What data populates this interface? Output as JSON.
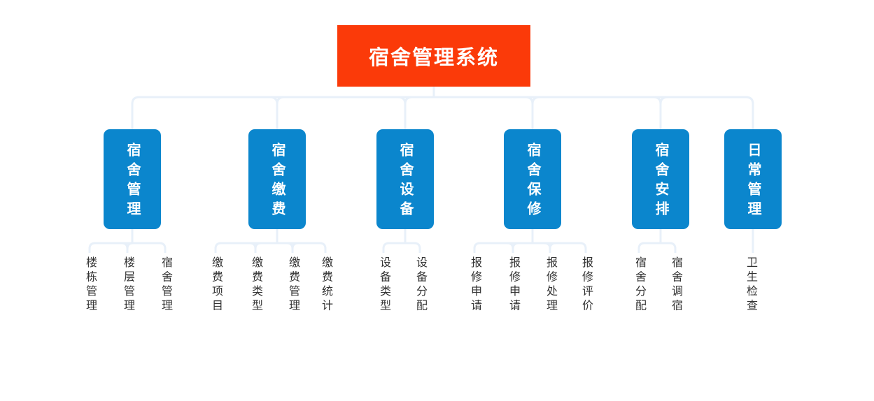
{
  "diagram": {
    "type": "org-chart",
    "title": "宿舍管理系统",
    "root": {
      "label": "宿舍管理系统"
    },
    "branches": [
      {
        "label": "宿舍管理",
        "children": [
          "楼栋管理",
          "楼层管理",
          "宿舍管理"
        ]
      },
      {
        "label": "宿舍缴费",
        "children": [
          "缴费项目",
          "缴费类型",
          "缴费管理",
          "缴费统计"
        ]
      },
      {
        "label": "宿舍设备",
        "children": [
          "设备类型",
          "设备分配"
        ]
      },
      {
        "label": "宿舍保修",
        "children": [
          "报修申请",
          "报修申请",
          "报修处理",
          "报修评价"
        ]
      },
      {
        "label": "宿舍安排",
        "children": [
          "宿舍分配",
          "宿舍调宿"
        ]
      },
      {
        "label": "日常管理",
        "children": [
          "卫生检查"
        ]
      }
    ],
    "colors": {
      "root_bg": "#fb3a09",
      "branch_bg": "#0b86cd",
      "node_text": "#ffffff",
      "leaf_text": "#333333",
      "connector": "#e8f0f9"
    }
  }
}
